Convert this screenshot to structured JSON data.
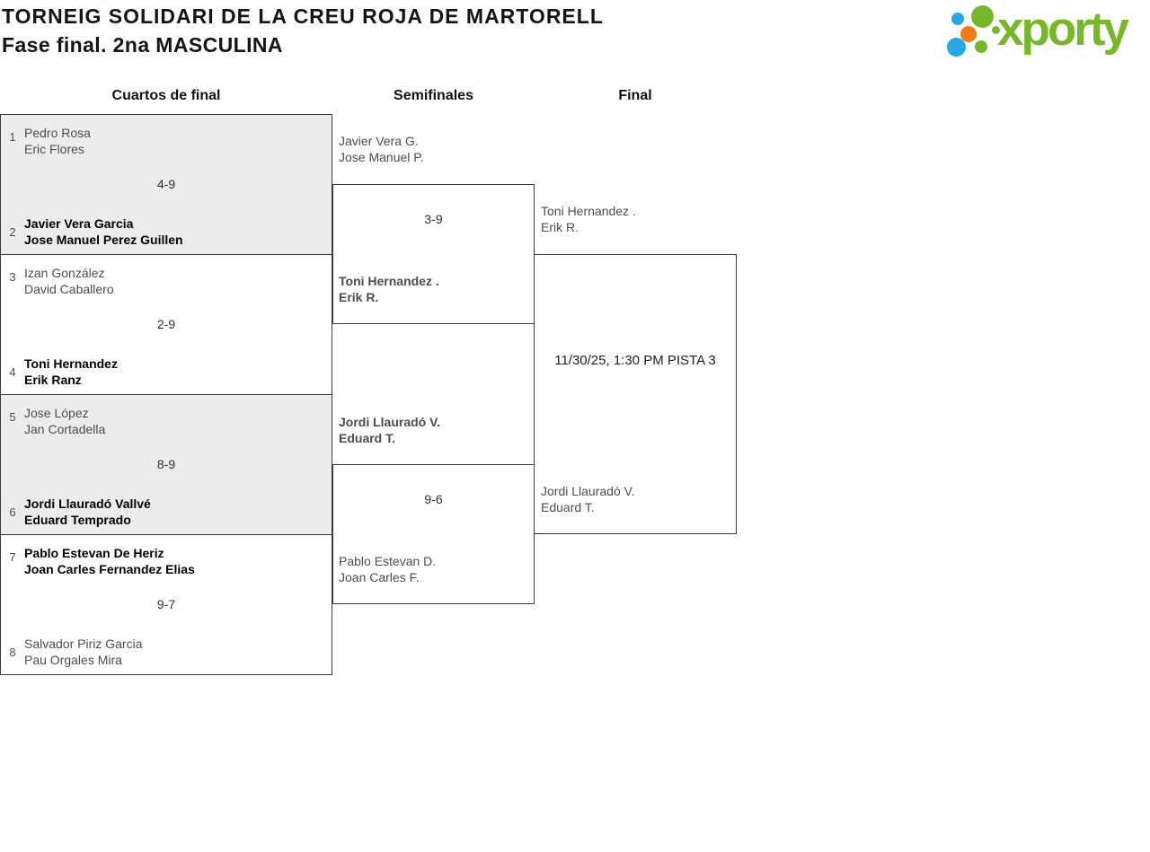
{
  "header": {
    "title": "TORNEIG SOLIDARI DE LA CREU ROJA DE MARTORELL",
    "subtitle": "Fase final. 2na MASCULINA",
    "logo_text": "xporty"
  },
  "colors": {
    "logo_green": "#76b82a",
    "logo_blue": "#29a8e0",
    "logo_orange": "#ee7c17",
    "shaded_row_bg": "#ececec",
    "border": "#3a3a3a",
    "pending_text": "#4d4d4d",
    "winner_text": "#000000"
  },
  "rounds": [
    {
      "label": "Cuartos de final"
    },
    {
      "label": "Semifinales"
    },
    {
      "label": "Final"
    }
  ],
  "quarterfinals": [
    {
      "seed_a": "1",
      "team_a_line1": "Pedro Rosa",
      "team_a_line2": "Eric Flores",
      "score": "4-9",
      "seed_b": "2",
      "team_b_line1": "Javier Vera Garcia",
      "team_b_line2": "Jose Manuel Perez Guillen",
      "winner": "b"
    },
    {
      "seed_a": "3",
      "team_a_line1": "Izan González",
      "team_a_line2": "David Caballero",
      "score": "2-9",
      "seed_b": "4",
      "team_b_line1": "Toni Hernandez",
      "team_b_line2": "Erik Ranz",
      "winner": "b"
    },
    {
      "seed_a": "5",
      "team_a_line1": "Jose López",
      "team_a_line2": "Jan Cortadella",
      "score": "8-9",
      "seed_b": "6",
      "team_b_line1": "Jordi Llauradó Vallvé",
      "team_b_line2": "Eduard Temprado",
      "winner": "b"
    },
    {
      "seed_a": "7",
      "team_a_line1": "Pablo Estevan De Heriz",
      "team_a_line2": "Joan Carles Fernandez Elias",
      "score": "9-7",
      "seed_b": "8",
      "team_b_line1": "Salvador Piriz Garcia",
      "team_b_line2": "Pau Orgales Mira",
      "winner": "a"
    }
  ],
  "semifinals": [
    {
      "team_a_line1": "Javier Vera G.",
      "team_a_line2": "Jose Manuel P.",
      "score": "3-9",
      "team_b_line1": "Toni Hernandez .",
      "team_b_line2": "Erik R.",
      "winner": "b"
    },
    {
      "team_a_line1": "Jordi Llauradó V.",
      "team_a_line2": "Eduard T.",
      "score": "9-6",
      "team_b_line1": "Pablo Estevan D.",
      "team_b_line2": "Joan Carles F.",
      "winner": "a"
    }
  ],
  "final": {
    "team_a_line1": "Toni Hernandez .",
    "team_a_line2": "Erik R.",
    "schedule": "11/30/25, 1:30 PM PISTA 3",
    "team_b_line1": "Jordi Llauradó V.",
    "team_b_line2": "Eduard T."
  }
}
